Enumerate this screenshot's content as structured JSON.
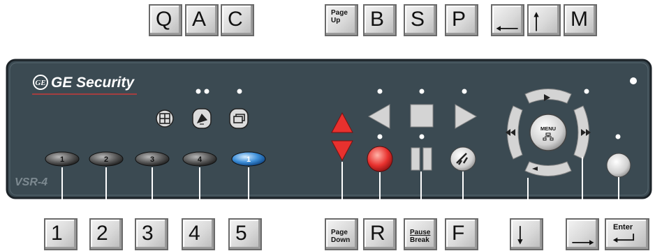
{
  "panel": {
    "brand": "GE Security",
    "model": "VSR-4",
    "center_button_label": "MENU",
    "camera_buttons": [
      "1",
      "2",
      "3",
      "4",
      "1"
    ]
  },
  "keys_top": {
    "q": "Q",
    "a": "A",
    "c": "C",
    "page_up_line1": "Page",
    "page_up_line2": "Up",
    "b": "B",
    "s": "S",
    "p": "P",
    "m": "M"
  },
  "keys_bottom": {
    "k1": "1",
    "k2": "2",
    "k3": "3",
    "k4": "4",
    "k5": "5",
    "page_down_line1": "Page",
    "page_down_line2": "Down",
    "r": "R",
    "pause_line1": "Pause",
    "pause_line2": "Break",
    "f": "F",
    "enter": "Enter"
  },
  "colors": {
    "panel_body": "#3b4a52",
    "panel_border": "#1c2328",
    "key_face": "#d9d9d9",
    "red_accent": "#e8312e",
    "blue_button": "#3c8ed8",
    "leader_line": "#ffffff",
    "led": "#ffffff"
  },
  "icons": {
    "ge_logo": "ge-logo-icon",
    "quad": "quad-view-icon",
    "alarm": "alarm-bell-icon",
    "copy": "copy-icon",
    "up": "up-triangle-icon",
    "down": "down-triangle-icon",
    "rewind": "rewind-icon",
    "stop": "stop-icon",
    "play": "play-icon",
    "record": "record-icon",
    "pause": "pause-icon",
    "search": "search-icon",
    "fast_rewind": "fast-rewind-icon",
    "fast_forward": "fast-forward-icon",
    "menu": "menu-button-icon",
    "enter": "enter-icon"
  }
}
